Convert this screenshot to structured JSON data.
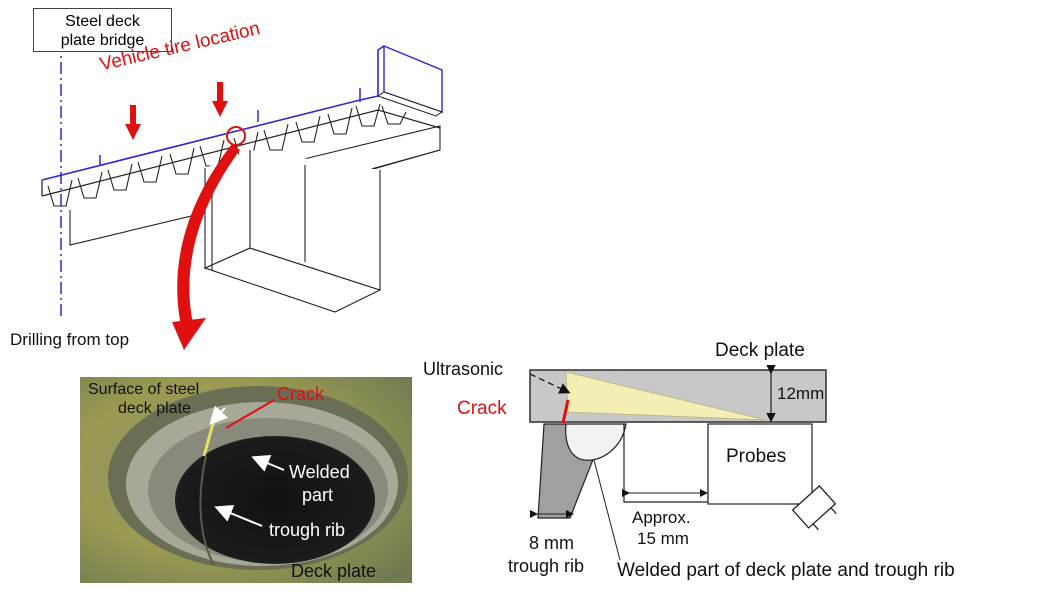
{
  "overview": {
    "title_line1": "Steel deck",
    "title_line2": "plate bridge",
    "vehicle_tire_label": "Vehicle tire location",
    "drilling_label": "Drilling from top"
  },
  "photo": {
    "surface_line1": "Surface of steel",
    "surface_line2": "deck plate",
    "crack": "Crack",
    "welded_line1": "Welded",
    "welded_line2": "part",
    "trough_rib": "trough rib",
    "deck_plate": "Deck plate"
  },
  "section": {
    "deck_plate": "Deck plate",
    "ultrasonic": "Ultrasonic",
    "crack": "Crack",
    "thickness": "12mm",
    "probes": "Probes",
    "rib_thickness": "8 mm",
    "rib_label": "trough rib",
    "approx_line1": "Approx.",
    "approx_line2": "15 mm",
    "welded_caption": "Welded part of deck plate and trough rib"
  },
  "colors": {
    "accent_red": "#e01010",
    "structure_blue": "#2a2ad0",
    "plate_gray": "#c8c8c8",
    "beam_yellow": "#f3efb4"
  }
}
